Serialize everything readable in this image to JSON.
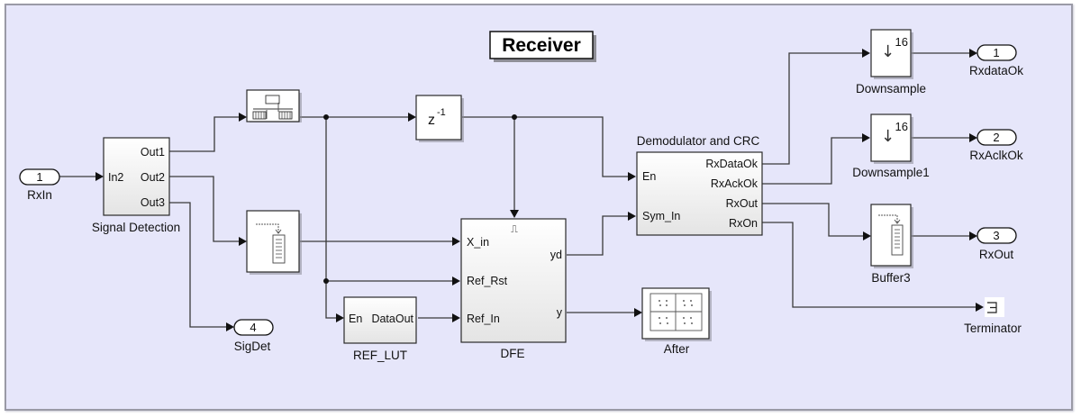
{
  "title": "Receiver",
  "colors": {
    "canvas_bg": "#e6e6fa",
    "wire": "#3a3a3a",
    "block_border": "#2a2a2a"
  },
  "inports": [
    {
      "number": "1",
      "name": "RxIn"
    }
  ],
  "outports": [
    {
      "number": "1",
      "name": "RxdataOk"
    },
    {
      "number": "2",
      "name": "RxAclkOk"
    },
    {
      "number": "3",
      "name": "RxOut"
    },
    {
      "number": "4",
      "name": "SigDet"
    }
  ],
  "blocks": {
    "signal_detection": {
      "name": "Signal Detection",
      "inputs": [
        "In2"
      ],
      "outputs": [
        "Out1",
        "Out2",
        "Out3"
      ]
    },
    "unbuffer": {
      "name": "",
      "icon": "unbuffer-icon"
    },
    "buffer": {
      "name": "",
      "icon": "buffer-icon"
    },
    "delay": {
      "name": "",
      "text_base": "z",
      "text_exp": "-1"
    },
    "ref_lut": {
      "name": "REF_LUT",
      "inputs": [
        "En"
      ],
      "outputs": [
        "DataOut"
      ]
    },
    "dfe": {
      "name": "DFE",
      "trigger_icon": "⎍",
      "inputs": [
        "X_in",
        "Ref_Rst",
        "Ref_In"
      ],
      "outputs": [
        "yd",
        "y"
      ]
    },
    "demod": {
      "name": "Demodulator and CRC",
      "inputs": [
        "En",
        "Sym_In"
      ],
      "outputs": [
        "RxDataOk",
        "RxAckOk",
        "RxOut",
        "RxOn"
      ]
    },
    "after": {
      "name": "After",
      "icon": "constellation-scope-icon"
    },
    "downsample": {
      "name": "Downsample",
      "factor": "16",
      "arrow": "↓"
    },
    "downsample1": {
      "name": "Downsample1",
      "factor": "16",
      "arrow": "↓"
    },
    "buffer3": {
      "name": "Buffer3",
      "icon": "buffer-icon"
    },
    "terminator": {
      "name": "Terminator",
      "icon": "terminator-icon"
    }
  }
}
